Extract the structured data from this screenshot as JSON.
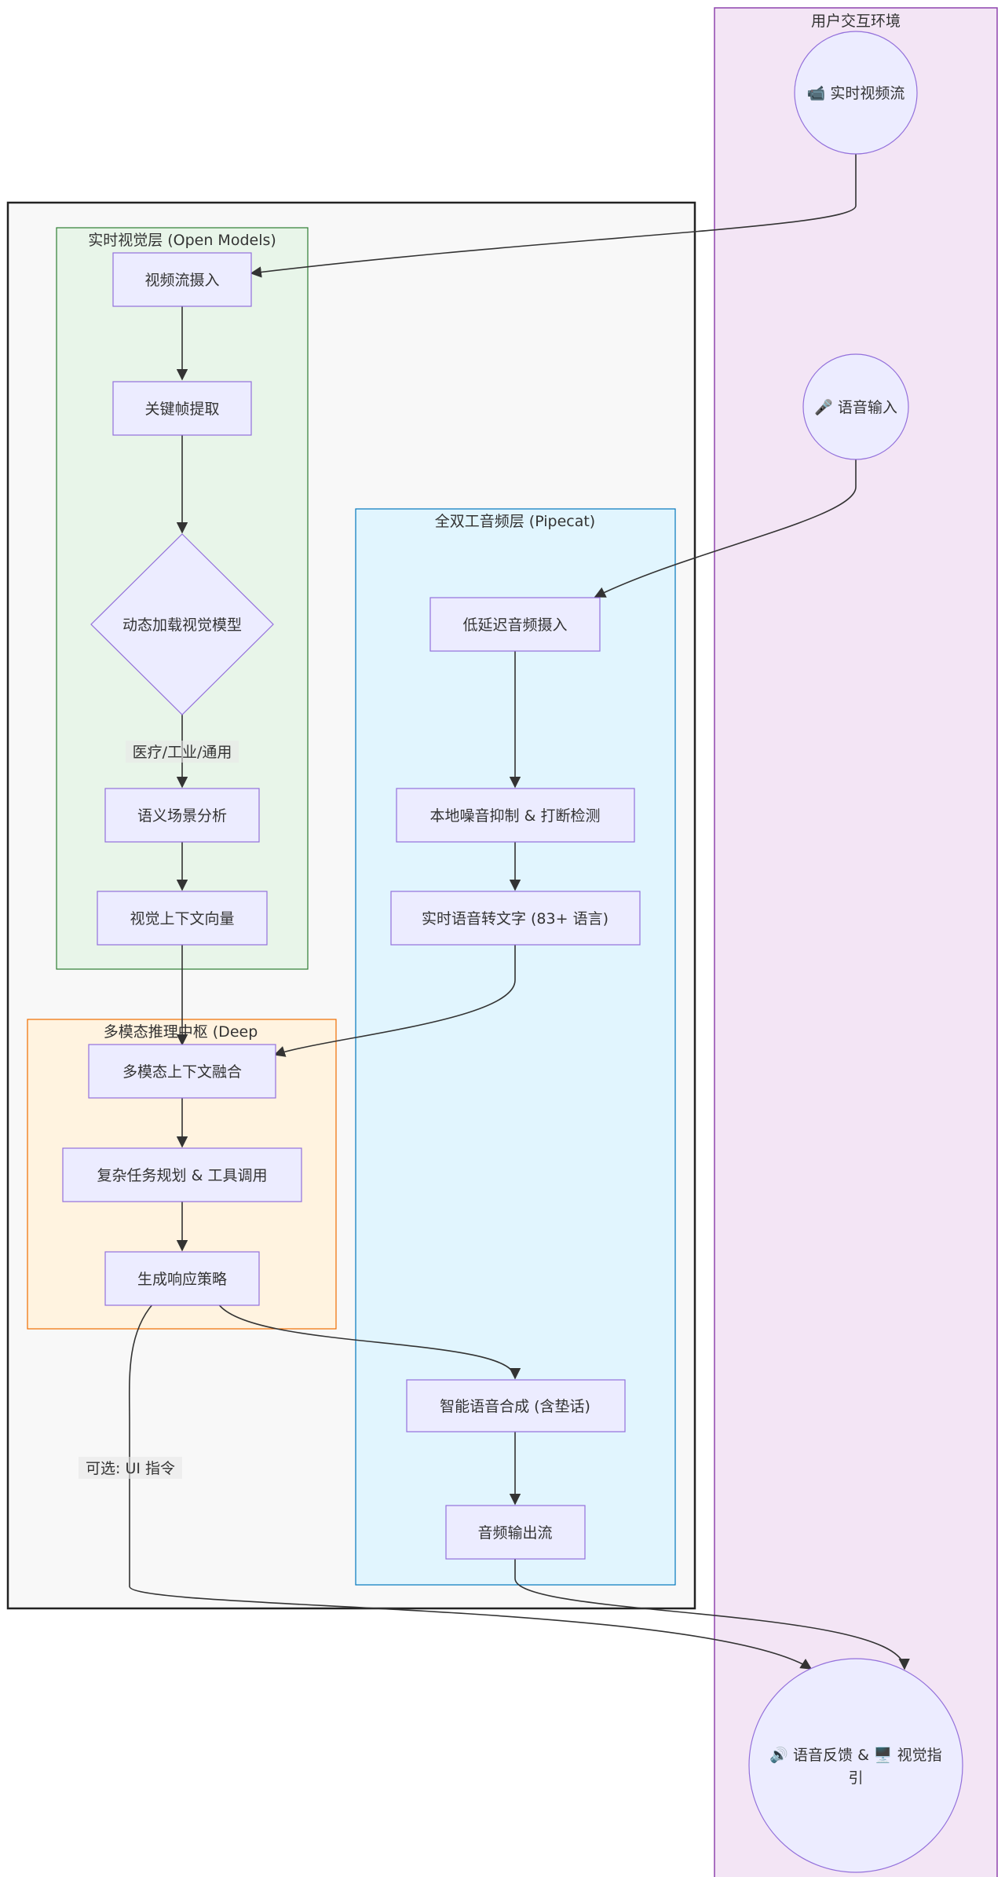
{
  "clusters": {
    "user_env": "用户交互环境",
    "vision": "实时视觉层 (Open Models)",
    "audio": "全双工音频层 (Pipecat)",
    "reasoning": "多模态推理中枢 (Deep"
  },
  "nodes": {
    "video_stream": "📹 实时视频流",
    "voice_input": "🎤 语音输入",
    "output_line1": "🔊 语音反馈 & 🖥️ 视觉指",
    "output_line2": "引",
    "video_ingest": "视频流摄入",
    "keyframe": "关键帧提取",
    "dynamic_model": "动态加载视觉模型",
    "semantic_scene": "语义场景分析",
    "visual_context": "视觉上下文向量",
    "audio_ingest": "低延迟音频摄入",
    "noise_suppress": "本地噪音抑制 & 打断检测",
    "stt": "实时语音转文字 (83+ 语言)",
    "fusion": "多模态上下文融合",
    "planning": "复杂任务规划 & 工具调用",
    "strategy": "生成响应策略",
    "tts": "智能语音合成 (含垫话)",
    "audio_out": "音频输出流"
  },
  "edge_labels": {
    "domains": "医疗/工业/通用",
    "ui_optional": "可选: UI 指令"
  },
  "colors": {
    "node_fill": "#ECECFF",
    "node_stroke": "#9370DB",
    "user_env_fill": "#F3E5F5",
    "user_env_stroke": "#8E44AD",
    "outer_fill": "#F8F8F8",
    "outer_stroke": "#222222",
    "vision_fill": "#E8F5E9",
    "vision_stroke": "#2E7D32",
    "audio_fill": "#E1F5FE",
    "audio_stroke": "#0277BD",
    "reasoning_fill": "#FFF3E0",
    "reasoning_stroke": "#EF6C00",
    "edge": "#333333"
  }
}
